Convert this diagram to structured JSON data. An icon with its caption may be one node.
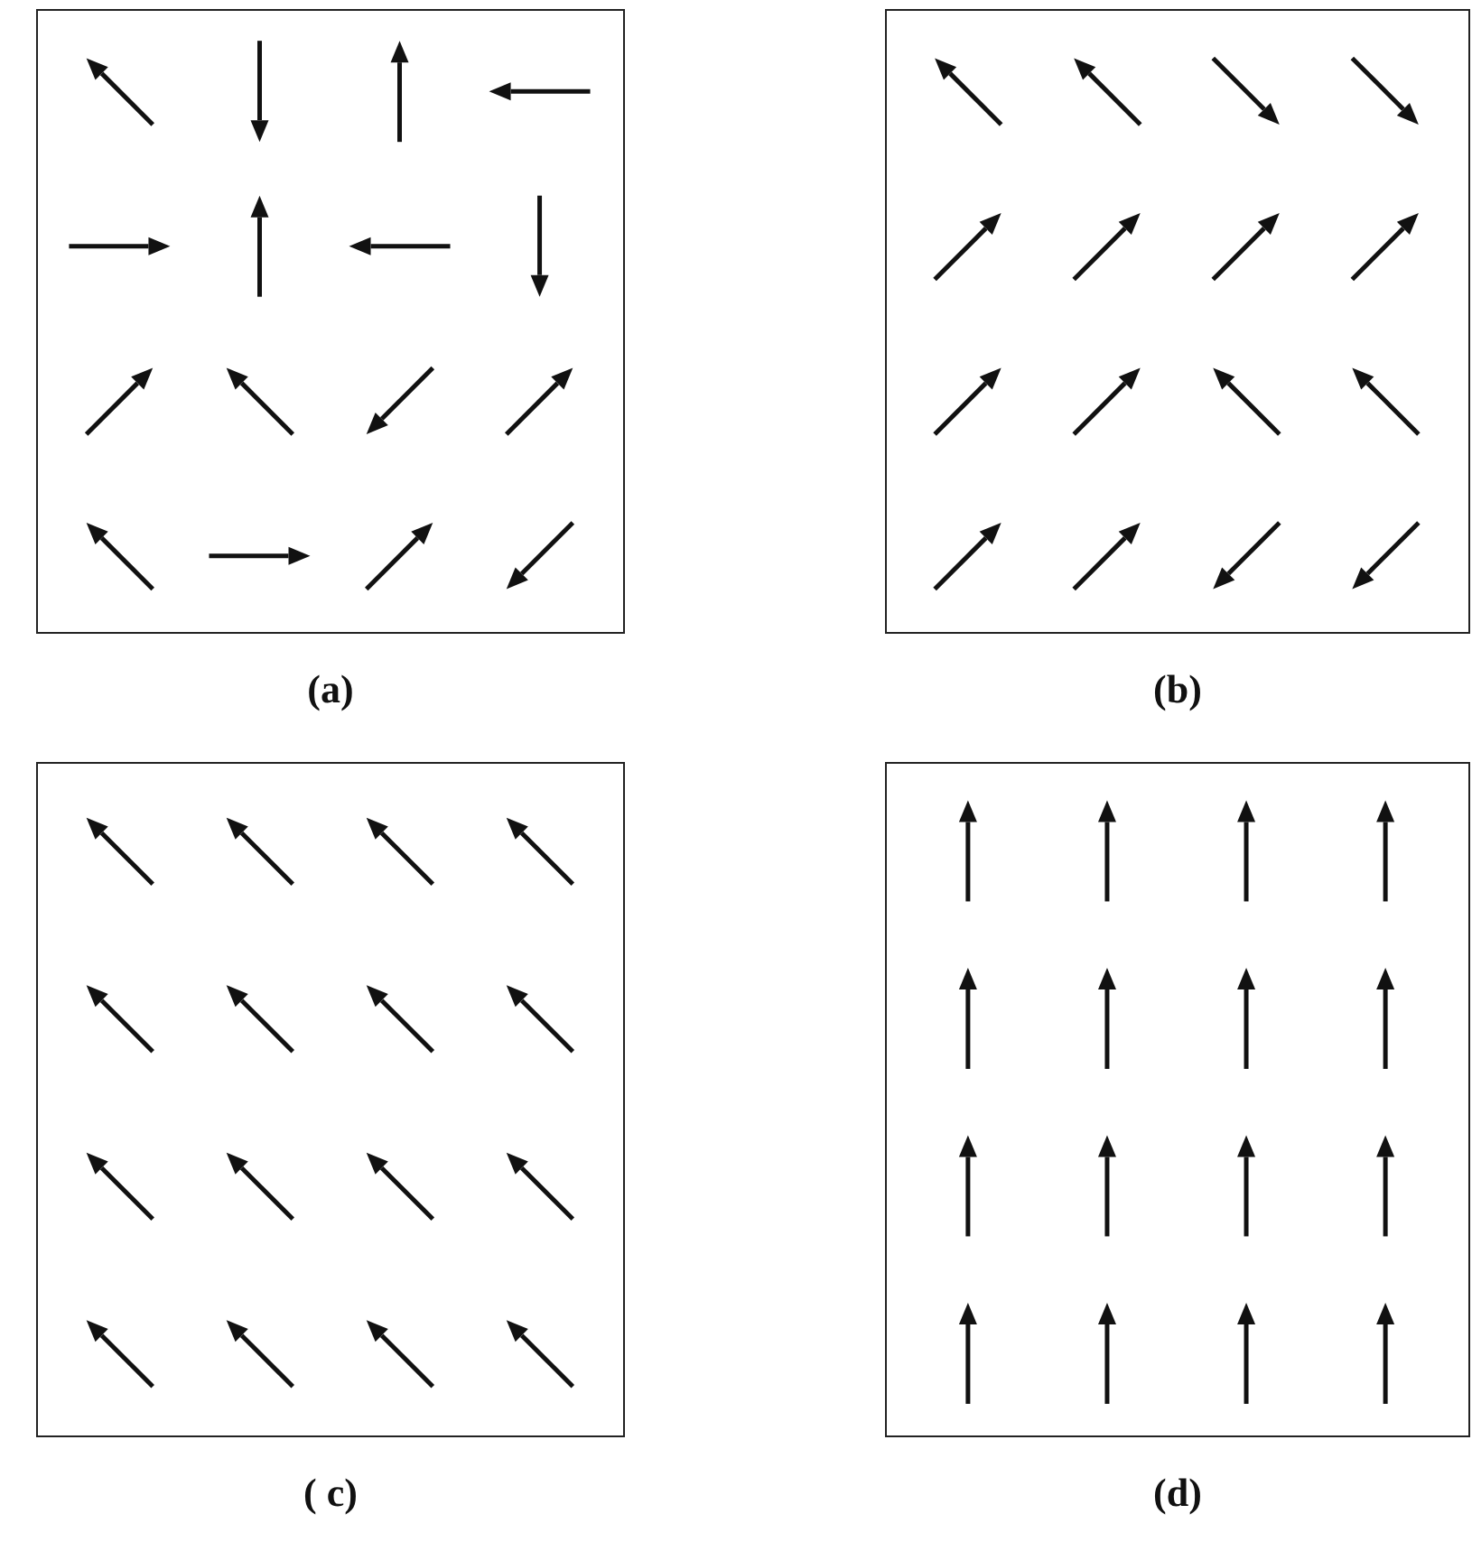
{
  "diagram": {
    "nodes": [
      {
        "text": [
          "(a)"
        ]
      },
      {
        "text": [
          "(b)"
        ]
      },
      {
        "text": [
          "( c)"
        ]
      },
      {
        "text": [
          "(d)"
        ]
      }
    ]
  }
}
